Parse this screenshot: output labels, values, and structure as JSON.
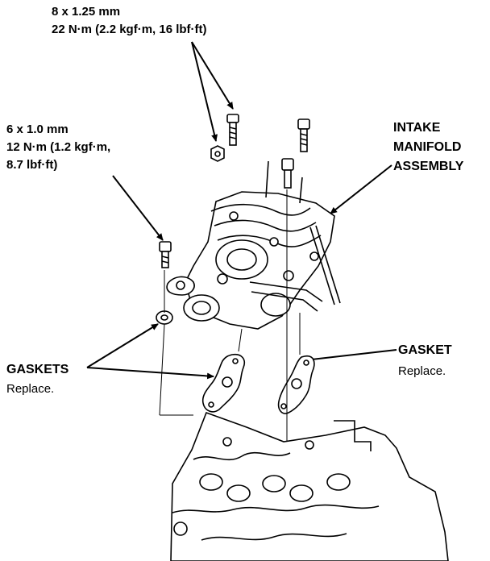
{
  "bolt_8mm": {
    "size": "8 x 1.25 mm",
    "torque": "22 N·m (2.2 kgf·m, 16 lbf·ft)"
  },
  "bolt_6mm": {
    "size": "6 x 1.0 mm",
    "torque_line1": "12 N·m (1.2 kgf·m,",
    "torque_line2": "8.7 lbf·ft)"
  },
  "intake_manifold": {
    "line1": "INTAKE",
    "line2": "MANIFOLD",
    "line3": "ASSEMBLY"
  },
  "gaskets_left": {
    "title": "GASKETS",
    "note": "Replace."
  },
  "gasket_right": {
    "title": "GASKET",
    "note": "Replace."
  }
}
